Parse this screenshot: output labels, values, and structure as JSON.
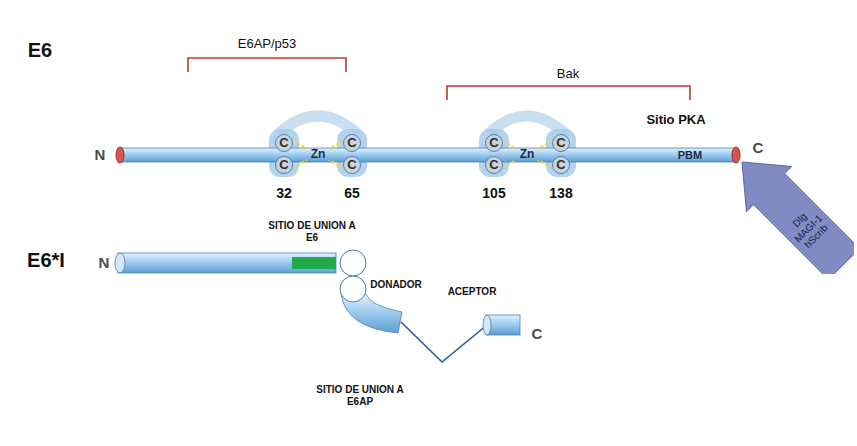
{
  "diagram": {
    "nodes": [
      {
        "text": [
          "Dlg MAGI-1 hScrib"
        ]
      }
    ],
    "labels": [
      "E6",
      "E6AP/p53",
      "Bak",
      "Sitio PKA",
      "N",
      "C",
      "C",
      "Zn",
      "C",
      "C",
      "C",
      "C",
      "Zn",
      "C",
      "C",
      "PBM",
      "C",
      "32",
      "65",
      "105",
      "138",
      "E6*I",
      "SITIO DE UNION A E6",
      "N",
      "DONADOR",
      "ACEPTOR",
      "C",
      "SITIO DE UNION A E6AP"
    ]
  }
}
